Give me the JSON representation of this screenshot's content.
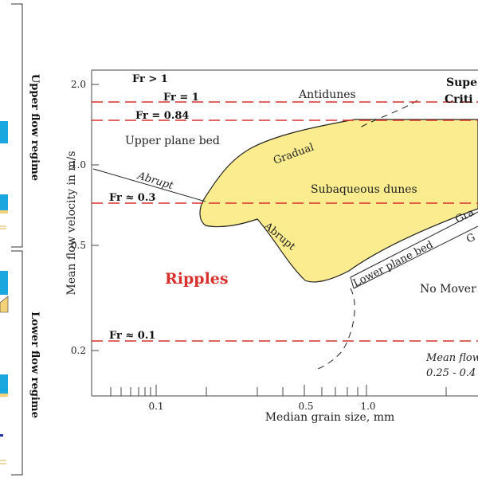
{
  "left_panel": {
    "upper_label": "Upper flow regime",
    "lower_label": "Lower flow regime"
  },
  "axes": {
    "ylabel": "Mean flow velocity in m/s",
    "xlabel": "Median grain size, mm",
    "y_ticks": [
      "2.0",
      "1.0",
      "0.5",
      "0.2"
    ],
    "x_ticks": [
      "0.1",
      "0.5",
      "1.0"
    ]
  },
  "froude": {
    "gt1": "Fr > 1",
    "eq1": "Fr = 1",
    "eq084": "Fr = 0.84",
    "approx03": "Fr ≈ 0.3",
    "approx01": "Fr ≈ 0.1"
  },
  "regions": {
    "antidunes": "Antidunes",
    "supercritical_1": "Supe",
    "supercritical_2": "Criti",
    "upper_plane_bed": "Upper plane bed",
    "gradual_upper": "Gradual",
    "abrupt_upper": "Abrupt",
    "dunes": "Subaqueous dunes",
    "abrupt_lower": "Abrupt",
    "gradual_right": "Gra",
    "g_right": "G",
    "lower_plane_bed": "Lower plane bed",
    "no_movement": "No Mover",
    "ripples": "Ripples",
    "mean_flow_1": "Mean flow",
    "mean_flow_2": "0.25 - 0.4"
  },
  "colors": {
    "dune_fill": "#fbec8f",
    "froude_line": "#d9302c",
    "ripples_text": "#d9302c",
    "left_blue": "#1aa7e0"
  }
}
